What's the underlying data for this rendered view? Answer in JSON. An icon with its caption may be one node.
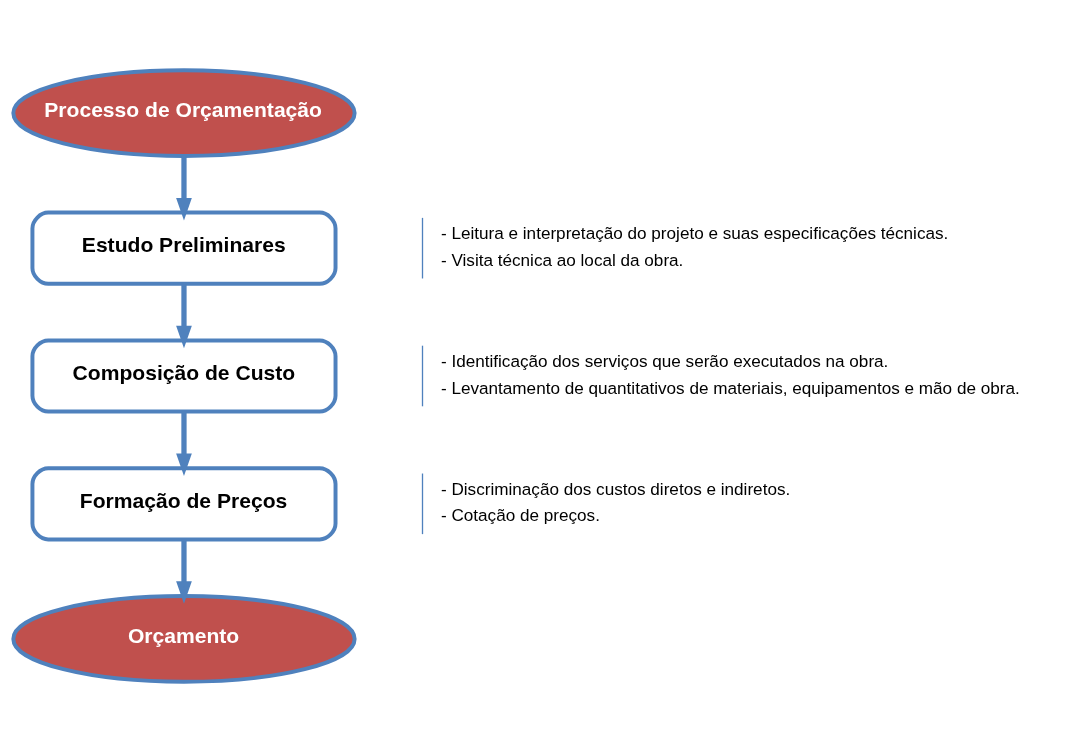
{
  "diagram": {
    "nodes": [
      {
        "text": [
          "Processo de Orçamentação"
        ]
      },
      {
        "text": [
          "Estudo Preliminares"
        ],
        "beside": [
          "- Leitura e interpretação do projeto e suas especificações técnicas.",
          "- Visita técnica ao local da obra."
        ]
      },
      {
        "text": [
          "Composição de Custo"
        ],
        "beside": [
          "- Identificação dos serviços que serão executados na obra.",
          "- Levantamento de quantitativos de materiais, equipamentos e mão de obra."
        ]
      },
      {
        "text": [
          "Formação de Preços"
        ],
        "beside": [
          "- Discriminação dos custos diretos e indiretos.",
          "- Cotação de preços."
        ]
      },
      {
        "text": [
          "Orçamento"
        ]
      }
    ],
    "edges": [
      {
        "from": 0,
        "to": 1,
        "arrow": "to"
      },
      {
        "from": 1,
        "to": 2,
        "arrow": "to"
      },
      {
        "from": 2,
        "to": 3,
        "arrow": "to"
      },
      {
        "from": 3,
        "to": 4,
        "arrow": "to"
      }
    ]
  }
}
